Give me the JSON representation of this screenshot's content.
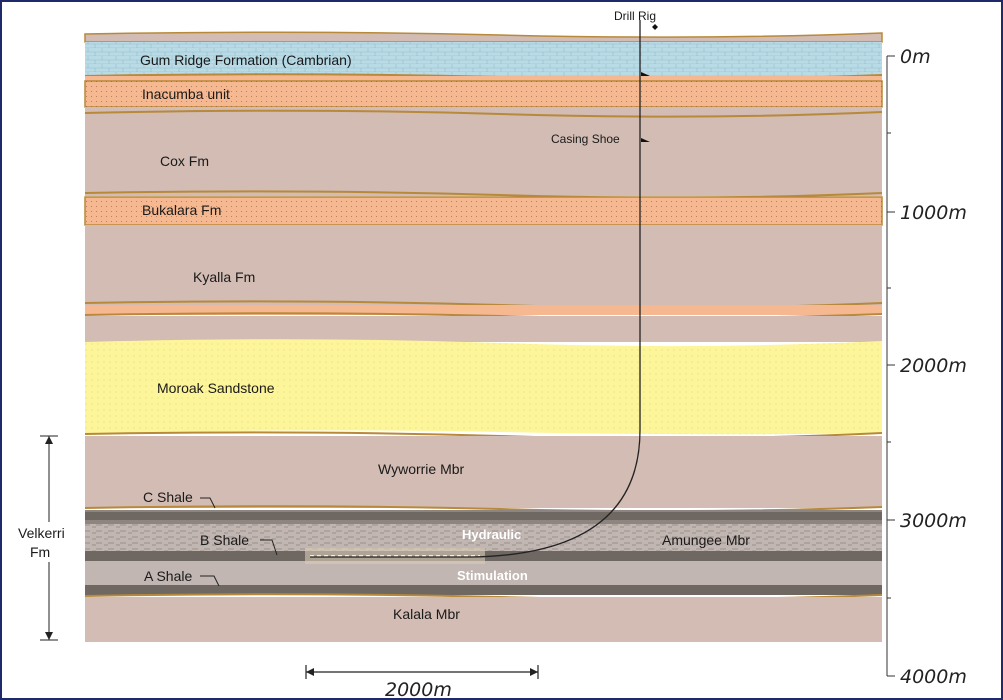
{
  "rig_label": "Drill Rig",
  "casing_label": "Casing Shoe",
  "formations": {
    "gum_ridge": "Gum Ridge Formation (Cambrian)",
    "inacumba": "Inacumba unit",
    "cox": "Cox Fm",
    "bukalara": "Bukalara Fm",
    "kyalla": "Kyalla Fm",
    "moroak": "Moroak Sandstone",
    "wyworrie": "Wyworrie Mbr",
    "c_shale": "C Shale",
    "b_shale": "B Shale",
    "a_shale": "A Shale",
    "amungee": "Amungee Mbr",
    "kalala": "Kalala Mbr"
  },
  "velkerri": {
    "line1": "Velkerri",
    "line2": "Fm"
  },
  "stimulation": {
    "line1": "Hydraulic",
    "line2": "Stimulation"
  },
  "depth_ticks": [
    "0m",
    "1000m",
    "2000m",
    "3000m",
    "4000m"
  ],
  "scale_bar": "2000m",
  "colors": {
    "limestone": "#b9dbe6",
    "sandstone_orange": "#f5b890",
    "mudstone": "#d2bcb3",
    "sandstone_yellow": "#fdf59a",
    "shale_grey": "#c1b6b1",
    "boundary": "#b8893a"
  }
}
